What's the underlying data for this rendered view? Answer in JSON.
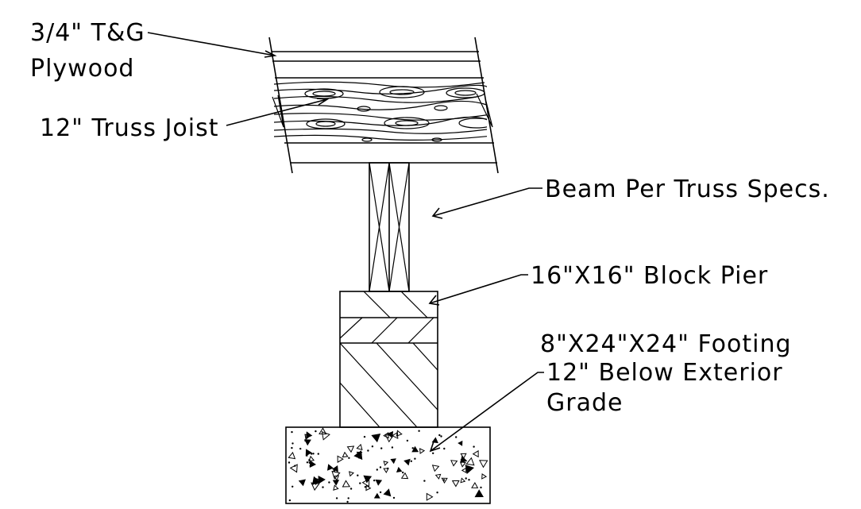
{
  "labels": {
    "plywood_line1": "3/4\" T&G",
    "plywood_line2": "Plywood",
    "truss_joist": "12\" Truss Joist",
    "beam": "Beam Per Truss Specs.",
    "block_pier": "16\"X16\" Block Pier",
    "footing_line1": "8\"X24\"X24\" Footing",
    "footing_line2": "12\" Below Exterior",
    "footing_line3": "Grade"
  }
}
